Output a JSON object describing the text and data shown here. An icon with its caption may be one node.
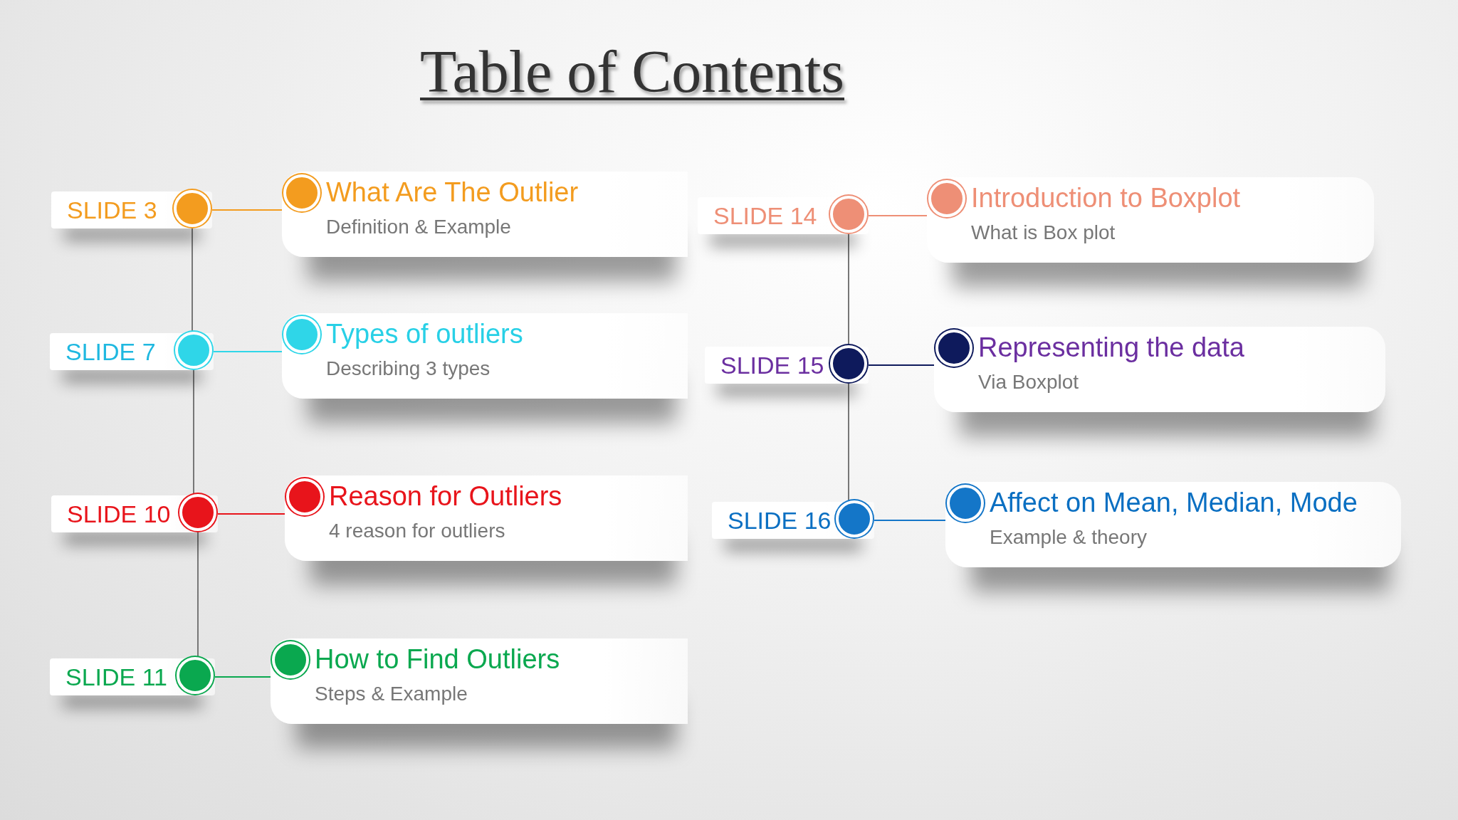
{
  "diagram": {
    "title": "Table of Contents",
    "nodes": [
      {
        "text": [
          "SLIDE 3"
        ]
      },
      {
        "text": [
          "What Are The Outlier",
          "Definition & Example"
        ]
      },
      {
        "text": [
          "SLIDE 7"
        ]
      },
      {
        "text": [
          "Types of outliers",
          "Describing 3 types"
        ]
      },
      {
        "text": [
          "SLIDE 10"
        ]
      },
      {
        "text": [
          "Reason for Outliers",
          "4 reason for outliers"
        ]
      },
      {
        "text": [
          "SLIDE 11"
        ]
      },
      {
        "text": [
          "How to Find Outliers",
          "Steps & Example"
        ]
      },
      {
        "text": [
          "SLIDE 14"
        ]
      },
      {
        "text": [
          "Introduction to Boxplot",
          "What is Box plot"
        ]
      },
      {
        "text": [
          "SLIDE 15"
        ]
      },
      {
        "text": [
          "Representing the data",
          "Via Boxplot"
        ]
      },
      {
        "text": [
          "SLIDE 16"
        ]
      },
      {
        "text": [
          "Affect on Mean, Median, Mode",
          "Example & theory"
        ]
      }
    ],
    "edges": [
      {
        "from": 0,
        "to": 1,
        "arrow": "none",
        "color": "#f39c1f"
      },
      {
        "from": 2,
        "to": 3,
        "arrow": "none",
        "color": "#2fd6e8"
      },
      {
        "from": 4,
        "to": 5,
        "arrow": "none",
        "color": "#e8141b"
      },
      {
        "from": 6,
        "to": 7,
        "arrow": "none",
        "color": "#0aa84f"
      },
      {
        "from": 8,
        "to": 9,
        "arrow": "none",
        "color": "#ee8f76"
      },
      {
        "from": 10,
        "to": 11,
        "arrow": "none",
        "color": "#0e1a5c"
      },
      {
        "from": 12,
        "to": 13,
        "arrow": "none",
        "color": "#1476c8"
      },
      {
        "from": 0,
        "to": 2,
        "arrow": "none",
        "color": "#777777"
      },
      {
        "from": 2,
        "to": 4,
        "arrow": "none",
        "color": "#777777"
      },
      {
        "from": 4,
        "to": 6,
        "arrow": "none",
        "color": "#777777"
      },
      {
        "from": 8,
        "to": 10,
        "arrow": "none",
        "color": "#777777"
      },
      {
        "from": 10,
        "to": 12,
        "arrow": "none",
        "color": "#777777"
      }
    ]
  }
}
